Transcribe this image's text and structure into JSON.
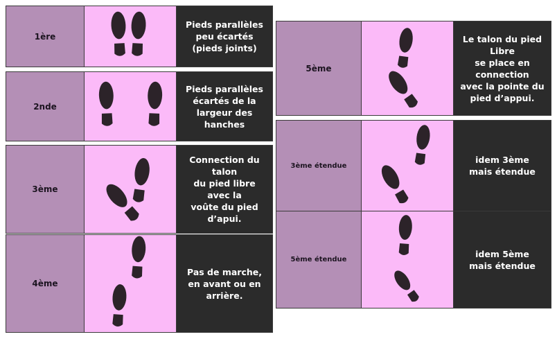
{
  "left_panel": {
    "rows": [
      {
        "name": "1ère",
        "description": "Pieds parallèles\npeu écartés\n(pieds joints)",
        "footprint_icons": [
          "left-foot-icon",
          "right-foot-icon"
        ]
      },
      {
        "name": "2nde",
        "description": "Pieds parallèles\nécartés de la\nlargeur des hanches",
        "footprint_icons": [
          "left-foot-icon",
          "right-foot-icon"
        ]
      },
      {
        "name": "3ème",
        "description": "Connection du talon\ndu pied libre avec la\nvoûte du pied d’apui.",
        "footprint_icons": [
          "free-foot-icon",
          "support-foot-icon"
        ]
      },
      {
        "name": "4ème",
        "description": "Pas de marche,\nen avant ou en\narrière.",
        "footprint_icons": [
          "front-foot-icon",
          "back-foot-icon"
        ]
      }
    ]
  },
  "right_panel": {
    "rows": [
      {
        "name": "5ème",
        "description": "Le talon du pied Libre\nse place en\nconnection\navec la pointe du\npied d’appui.",
        "footprint_icons": [
          "front-foot-icon",
          "back-foot-icon"
        ]
      },
      {
        "name": "3ème étendue",
        "description": "idem 3ème\nmais étendue",
        "footprint_icons": [
          "front-foot-icon",
          "back-foot-icon"
        ]
      },
      {
        "name": "5ème étendue",
        "description": "idem 5ème\nmais étendue",
        "footprint_icons": [
          "front-foot-icon",
          "back-foot-icon"
        ]
      }
    ]
  },
  "colors": {
    "name_cell": "#b48fb6",
    "feet_cell": "#fbbaf8",
    "description_cell": "#2b2b2b",
    "footprint": "#2c2329"
  }
}
